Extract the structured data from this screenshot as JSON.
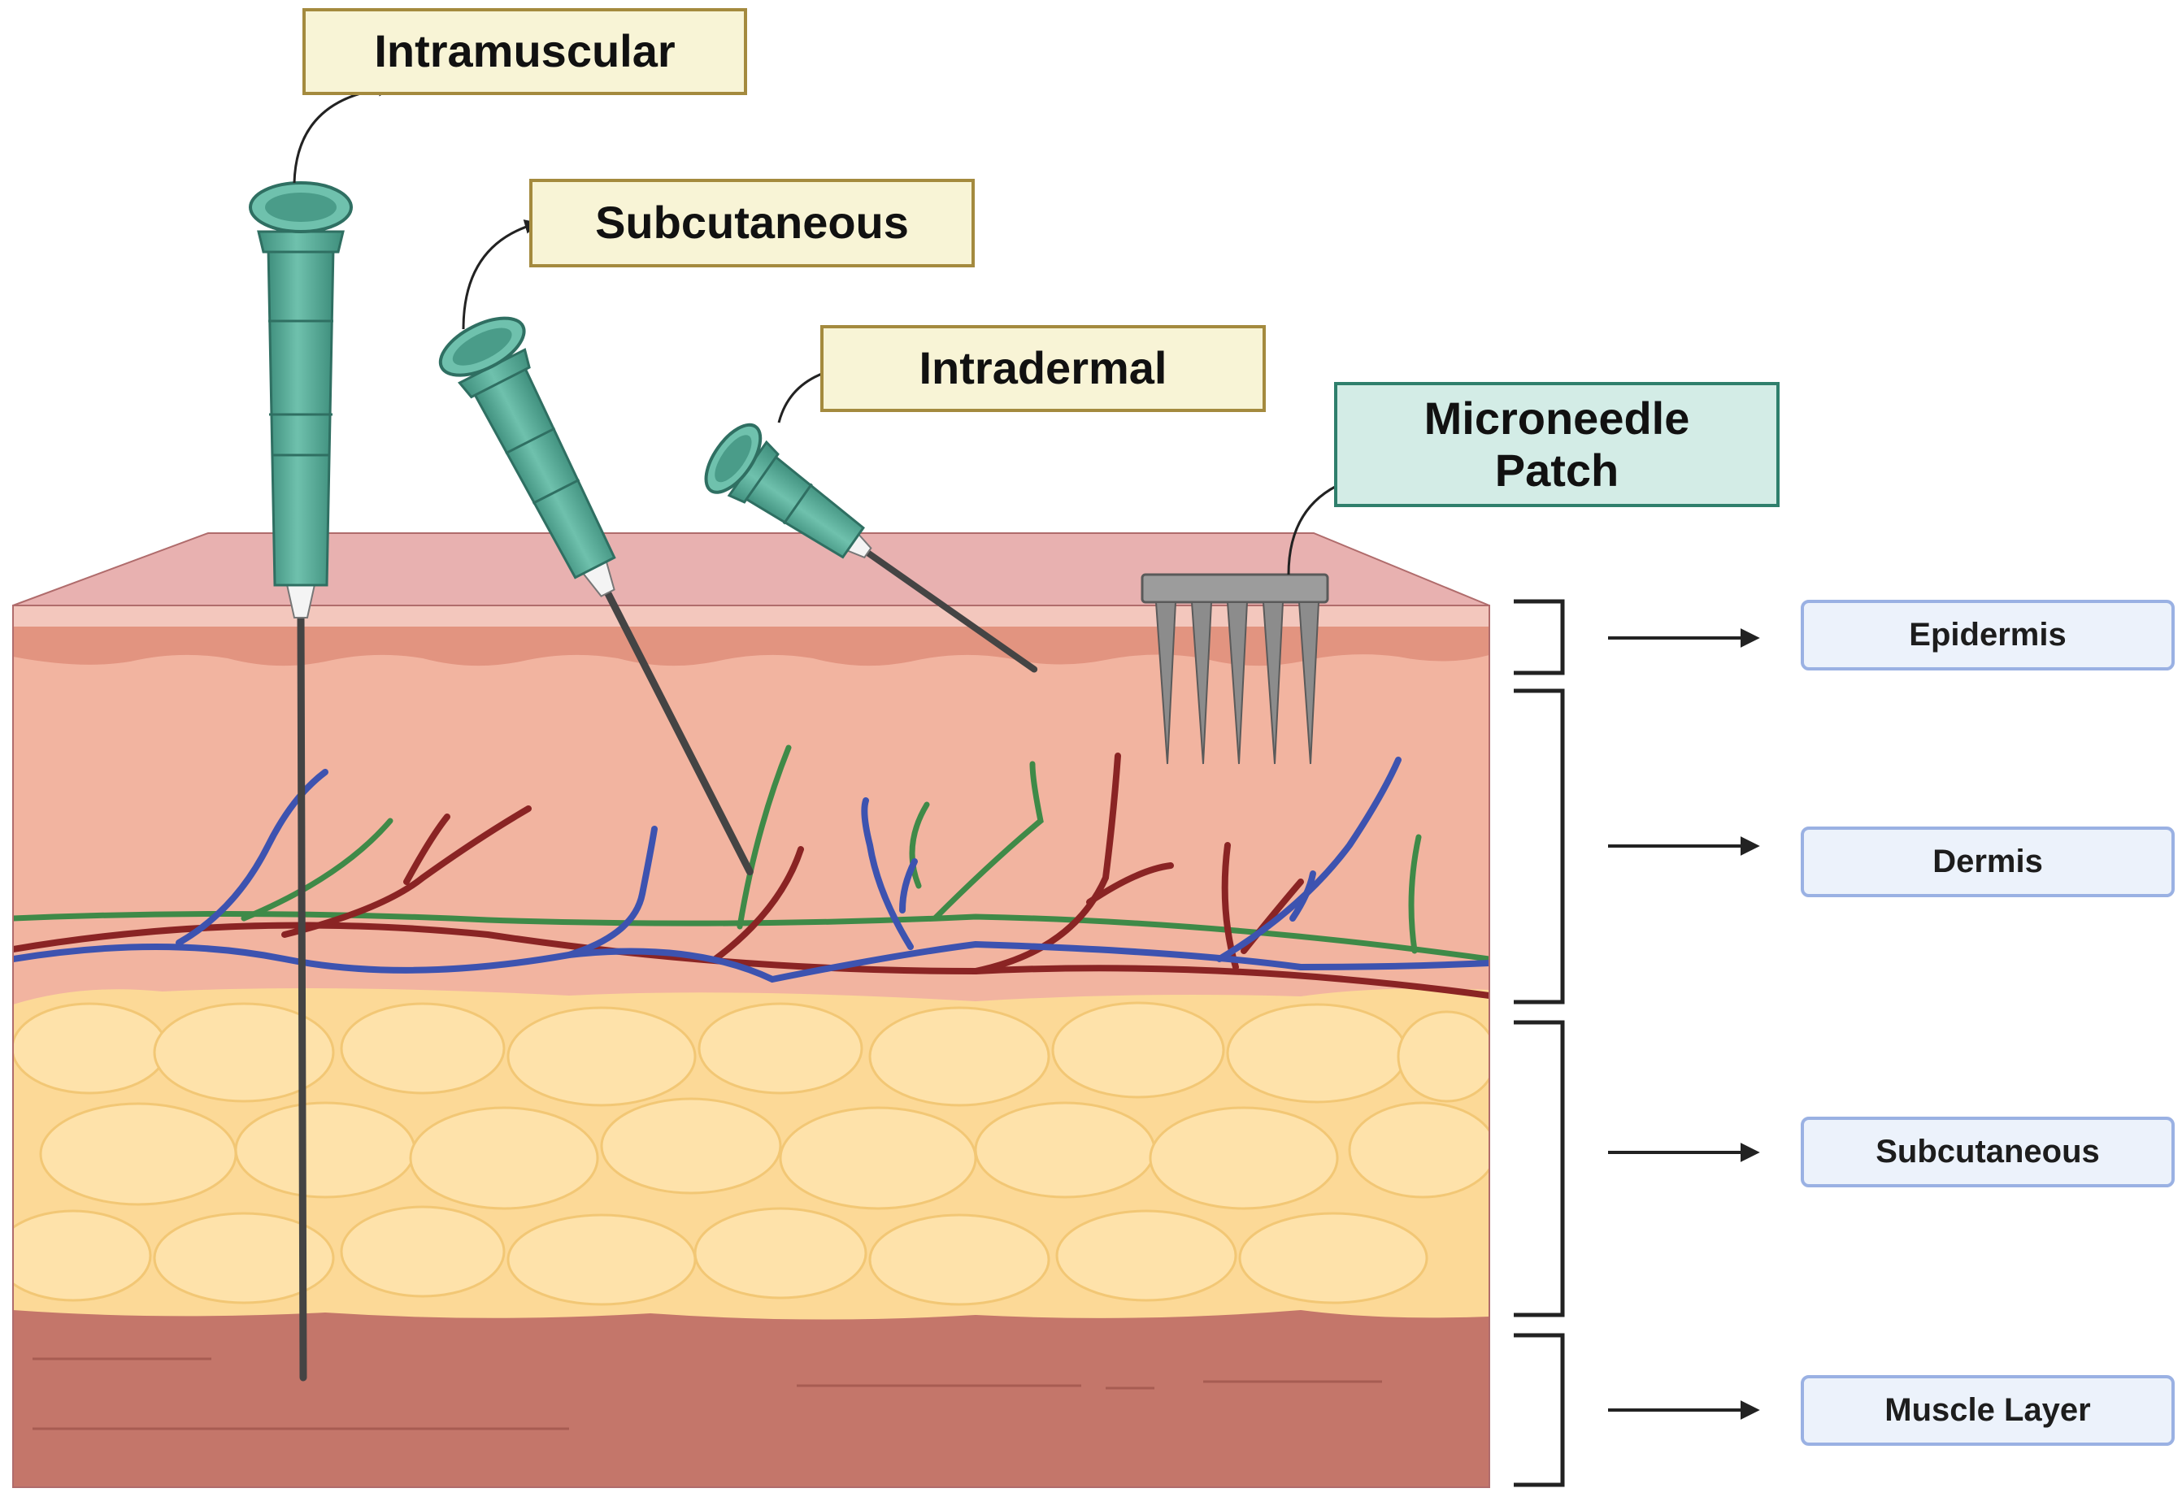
{
  "routes": {
    "intramuscular": "Intramuscular",
    "subcutaneous": "Subcutaneous",
    "intradermal": "Intradermal",
    "microneedle_line1": "Microneedle",
    "microneedle_line2": "Patch"
  },
  "layers": {
    "epidermis": "Epidermis",
    "dermis": "Dermis",
    "subcutaneous": "Subcutaneous",
    "muscle": "Muscle Layer"
  },
  "colors": {
    "skin_top": "#e8b1b0",
    "epidermis": "#f3c7bd",
    "epidermis_band": "#e29480",
    "dermis": "#f2b4a0",
    "fat": "#fcd997",
    "fat_lobule": "#fee2aa",
    "muscle": "#c4766a",
    "needle_hub": "#5eb09c",
    "vein": "#3d53b0",
    "artery": "#8a2424",
    "lymph": "#3f8a48",
    "route_label_fill": "#f8f4d6",
    "route_label_border": "#a48a3e",
    "patch_label_fill": "#d3ece6",
    "layer_label_fill": "#ecf2fb",
    "layer_label_border": "#9ab1e3"
  }
}
